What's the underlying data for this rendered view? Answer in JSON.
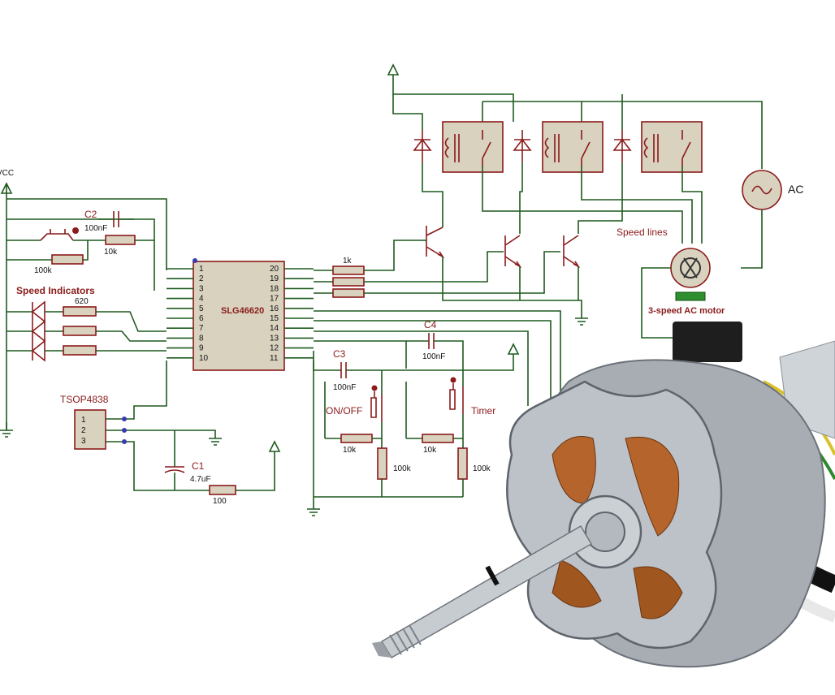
{
  "schematic": {
    "vcc_label": "VCC",
    "ic": {
      "name": "SLG46620",
      "pins_left": [
        "1",
        "2",
        "3",
        "4",
        "5",
        "6",
        "7",
        "8",
        "9",
        "10"
      ],
      "pins_right": [
        "20",
        "19",
        "18",
        "17",
        "16",
        "15",
        "14",
        "13",
        "12",
        "11"
      ]
    },
    "c2": {
      "name": "C2",
      "value": "100nF"
    },
    "c3": {
      "name": "C3",
      "value": "100nF"
    },
    "c4": {
      "name": "C4",
      "value": "100nF"
    },
    "c1": {
      "name": "C1",
      "value": "4.7uF"
    },
    "r_10k_top": "10k",
    "r_100k_left": "100k",
    "r_620": "620",
    "r_1k": "1k",
    "r_100": "100",
    "r_10k_onoff": "10k",
    "r_10k_timer": "10k",
    "r_100k_onoff": "100k",
    "r_100k_timer": "100k",
    "speed_indicators": "Speed Indicators",
    "tsop": {
      "name": "TSOP4838",
      "pins": [
        "1",
        "2",
        "3"
      ]
    },
    "onoff": "ON/OFF",
    "timer": "Timer",
    "speed_lines": "Speed lines",
    "motor_label": "3-speed AC motor",
    "ac_label": "AC"
  },
  "colors": {
    "wire": "#1e5a1e",
    "component": "#8b1a1a",
    "component_fill": "#d8d2bf",
    "motor_metal": "#9aa0a6",
    "copper": "#b5652b"
  }
}
